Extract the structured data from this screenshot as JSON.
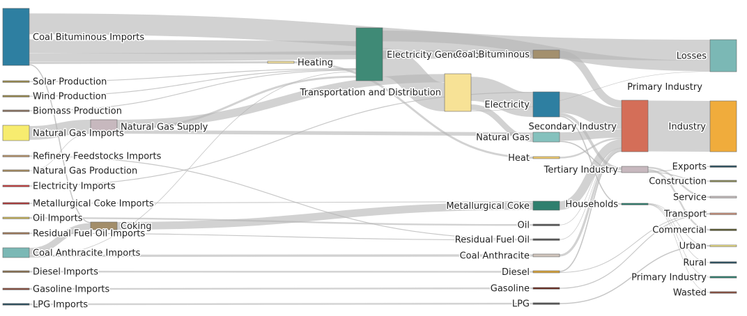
{
  "chart_data": {
    "type": "sankey",
    "title": "",
    "link_color": "#b4b4b4",
    "nodes": [
      {
        "id": "coal_bit_imp",
        "label": "Coal Bituminous Imports",
        "column": 0,
        "value": 95,
        "color": "#2e7fa1",
        "label_side": "right"
      },
      {
        "id": "solar",
        "label": "Solar Production",
        "column": 0,
        "value": 0.4,
        "color": "#9a8a4c",
        "label_side": "right"
      },
      {
        "id": "wind",
        "label": "Wind Production",
        "column": 0,
        "value": 0.4,
        "color": "#9a8a4c",
        "label_side": "right"
      },
      {
        "id": "biomass",
        "label": "Biomass Production",
        "column": 0,
        "value": 0.4,
        "color": "#8b7360",
        "label_side": "right"
      },
      {
        "id": "ng_imp",
        "label": "Natural Gas Imports",
        "column": 0,
        "value": 27,
        "color": "#f7ec6f",
        "label_side": "right"
      },
      {
        "id": "refinery",
        "label": "Refinery Feedstocks Imports",
        "column": 0,
        "value": 0.4,
        "color": "#b8946a",
        "label_side": "right"
      },
      {
        "id": "ng_prod",
        "label": "Natural Gas Production",
        "column": 0,
        "value": 0.4,
        "color": "#a88b5e",
        "label_side": "right"
      },
      {
        "id": "elec_imp",
        "label": "Electricity Imports",
        "column": 0,
        "value": 1.5,
        "color": "#c94040",
        "label_side": "right"
      },
      {
        "id": "metcoke_imp",
        "label": "Metallurgical Coke Imports",
        "column": 0,
        "value": 1.2,
        "color": "#b03a3a",
        "label_side": "right"
      },
      {
        "id": "oil_imp",
        "label": "Oil Imports",
        "column": 0,
        "value": 0.4,
        "color": "#c9b457",
        "label_side": "right"
      },
      {
        "id": "resid_imp",
        "label": "Residual Fuel Oil Imports",
        "column": 0,
        "value": 0.4,
        "color": "#a07a5a",
        "label_side": "right"
      },
      {
        "id": "coal_anth_imp",
        "label": "Coal Anthracite Imports",
        "column": 0,
        "value": 17,
        "color": "#7bb8b5",
        "label_side": "right"
      },
      {
        "id": "diesel_imp",
        "label": "Diesel Imports",
        "column": 0,
        "value": 2.5,
        "color": "#8a7050",
        "label_side": "right"
      },
      {
        "id": "gasoline_imp",
        "label": "Gasoline Imports",
        "column": 0,
        "value": 0.9,
        "color": "#8a4f3f",
        "label_side": "right"
      },
      {
        "id": "lpg_imp",
        "label": "LPG Imports",
        "column": 0,
        "value": 0.9,
        "color": "#2b5060",
        "label_side": "right"
      },
      {
        "id": "ng_supply",
        "label": "Natural Gas Supply",
        "column": 1,
        "value": 27,
        "color": "#c7b8be",
        "label_side": "right"
      },
      {
        "id": "coking",
        "label": "Coking",
        "column": 1,
        "value": 14,
        "color": "#a38e6a",
        "label_side": "right"
      },
      {
        "id": "heating",
        "label": "Heating",
        "column": 2,
        "value": 3,
        "color": "#f2e0a0",
        "label_side": "right"
      },
      {
        "id": "elec_gen",
        "label": "Electricity Generation",
        "column": 3,
        "value": 95,
        "color": "#3f8a76",
        "label_side": "right"
      },
      {
        "id": "td",
        "label": "Transportation and Distribution",
        "column": 4,
        "value": 68,
        "color": "#f7e296",
        "label_side": "left"
      },
      {
        "id": "coal_bit",
        "label": "Coal Bituminous",
        "column": 5,
        "value": 13,
        "color": "#a3906e",
        "label_side": "left"
      },
      {
        "id": "electricity",
        "label": "Electricity",
        "column": 5,
        "value": 46,
        "color": "#2e7fa1",
        "label_side": "left"
      },
      {
        "id": "natgas",
        "label": "Natural Gas",
        "column": 5,
        "value": 17,
        "color": "#85c1bd",
        "label_side": "left"
      },
      {
        "id": "heat",
        "label": "Heat",
        "column": 5,
        "value": 3,
        "color": "#f0cc70",
        "label_side": "left"
      },
      {
        "id": "metcoke",
        "label": "Metallurgical Coke",
        "column": 5,
        "value": 15,
        "color": "#2f7f6e",
        "label_side": "left"
      },
      {
        "id": "oil",
        "label": "Oil",
        "column": 5,
        "value": 0.4,
        "color": "#555555",
        "label_side": "left"
      },
      {
        "id": "resid",
        "label": "Residual Fuel Oil",
        "column": 5,
        "value": 0.4,
        "color": "#555555",
        "label_side": "left"
      },
      {
        "id": "coal_anth",
        "label": "Coal Anthracite",
        "column": 5,
        "value": 4,
        "color": "#d0c5bd",
        "label_side": "left"
      },
      {
        "id": "diesel",
        "label": "Diesel",
        "column": 5,
        "value": 3,
        "color": "#d6a23a",
        "label_side": "left"
      },
      {
        "id": "gasoline",
        "label": "Gasoline",
        "column": 5,
        "value": 1.5,
        "color": "#6a2a1f",
        "label_side": "left"
      },
      {
        "id": "lpg",
        "label": "LPG",
        "column": 5,
        "value": 1,
        "color": "#555555",
        "label_side": "left"
      },
      {
        "id": "secondary",
        "label": "Secondary Industry",
        "column": 6,
        "value": 73,
        "color": "#d46e58",
        "label_side": "above"
      },
      {
        "id": "primary_ind_top",
        "label": "Primary Industry",
        "column": 6,
        "value": 0,
        "color": "#ffffff",
        "label_side": "label-only"
      },
      {
        "id": "tertiary",
        "label": "Tertiary Industry",
        "column": 6,
        "value": 7,
        "color": "#c7b8be",
        "label_side": "left"
      },
      {
        "id": "households",
        "label": "Households",
        "column": 6,
        "value": 2,
        "color": "#2f7f6e",
        "label_side": "left"
      },
      {
        "id": "losses",
        "label": "Losses",
        "column": 7,
        "value": 68,
        "color": "#7bb8b5",
        "label_side": "left"
      },
      {
        "id": "industry",
        "label": "Industry",
        "column": 7,
        "value": 73,
        "color": "#f0ac3c",
        "label_side": "left"
      },
      {
        "id": "exports",
        "label": "Exports",
        "column": 7,
        "value": 0.6,
        "color": "#2b5060",
        "label_side": "left"
      },
      {
        "id": "construction",
        "label": "Construction",
        "column": 7,
        "value": 0.6,
        "color": "#8a8a5a",
        "label_side": "left"
      },
      {
        "id": "service",
        "label": "Service",
        "column": 7,
        "value": 2,
        "color": "#c9c0c0",
        "label_side": "left"
      },
      {
        "id": "transport",
        "label": "Transport",
        "column": 7,
        "value": 2,
        "color": "#c8907a",
        "label_side": "left"
      },
      {
        "id": "commercial",
        "label": "Commercial",
        "column": 7,
        "value": 1.6,
        "color": "#5a5a30",
        "label_side": "left"
      },
      {
        "id": "urban",
        "label": "Urban",
        "column": 7,
        "value": 1.6,
        "color": "#e8dc80",
        "label_side": "left"
      },
      {
        "id": "rural",
        "label": "Rural",
        "column": 7,
        "value": 0.6,
        "color": "#2b5060",
        "label_side": "left"
      },
      {
        "id": "primary_ind",
        "label": "Primary Industry",
        "column": 7,
        "value": 0.6,
        "color": "#2f7f6e",
        "label_side": "left"
      },
      {
        "id": "wasted",
        "label": "Wasted",
        "column": 7,
        "value": 0.6,
        "color": "#8a4f3f",
        "label_side": "left"
      }
    ],
    "links": [
      {
        "source": "coal_bit_imp",
        "target": "losses",
        "value": 45
      },
      {
        "source": "coal_bit_imp",
        "target": "elec_gen",
        "value": 20
      },
      {
        "source": "coal_bit_imp",
        "target": "coal_bit",
        "value": 13
      },
      {
        "source": "coal_bit_imp",
        "target": "heating",
        "value": 3
      },
      {
        "source": "coal_bit_imp",
        "target": "coking",
        "value": 2
      },
      {
        "source": "solar",
        "target": "elec_gen",
        "value": 0.4
      },
      {
        "source": "wind",
        "target": "elec_gen",
        "value": 0.4
      },
      {
        "source": "biomass",
        "target": "elec_gen",
        "value": 0.4
      },
      {
        "source": "ng_imp",
        "target": "ng_supply",
        "value": 27
      },
      {
        "source": "refinery",
        "target": "resid",
        "value": 0.4
      },
      {
        "source": "ng_prod",
        "target": "ng_supply",
        "value": 0.4
      },
      {
        "source": "elec_imp",
        "target": "electricity",
        "value": 1.5
      },
      {
        "source": "metcoke_imp",
        "target": "metcoke",
        "value": 1.2
      },
      {
        "source": "oil_imp",
        "target": "oil",
        "value": 0.4
      },
      {
        "source": "resid_imp",
        "target": "resid",
        "value": 0.4
      },
      {
        "source": "coal_anth_imp",
        "target": "coking",
        "value": 12
      },
      {
        "source": "coal_anth_imp",
        "target": "coal_anth",
        "value": 4
      },
      {
        "source": "coal_anth_imp",
        "target": "elec_gen",
        "value": 1
      },
      {
        "source": "diesel_imp",
        "target": "diesel",
        "value": 2.5
      },
      {
        "source": "gasoline_imp",
        "target": "gasoline",
        "value": 0.9
      },
      {
        "source": "lpg_imp",
        "target": "lpg",
        "value": 0.9
      },
      {
        "source": "ng_supply",
        "target": "td",
        "value": 16
      },
      {
        "source": "ng_supply",
        "target": "elec_gen",
        "value": 4
      },
      {
        "source": "ng_supply",
        "target": "natgas",
        "value": 7
      },
      {
        "source": "coking",
        "target": "metcoke",
        "value": 14
      },
      {
        "source": "heating",
        "target": "heat",
        "value": 3
      },
      {
        "source": "elec_gen",
        "target": "losses",
        "value": 23
      },
      {
        "source": "elec_gen",
        "target": "td",
        "value": 52
      },
      {
        "source": "td",
        "target": "electricity",
        "value": 44
      },
      {
        "source": "td",
        "target": "natgas",
        "value": 10
      },
      {
        "source": "td",
        "target": "losses",
        "value": 1
      },
      {
        "source": "coal_bit",
        "target": "secondary",
        "value": 13
      },
      {
        "source": "electricity",
        "target": "secondary",
        "value": 38
      },
      {
        "source": "electricity",
        "target": "tertiary",
        "value": 5
      },
      {
        "source": "electricity",
        "target": "households",
        "value": 2
      },
      {
        "source": "natgas",
        "target": "secondary",
        "value": 15
      },
      {
        "source": "natgas",
        "target": "tertiary",
        "value": 2
      },
      {
        "source": "heat",
        "target": "secondary",
        "value": 3
      },
      {
        "source": "metcoke",
        "target": "secondary",
        "value": 15
      },
      {
        "source": "oil",
        "target": "secondary",
        "value": 0.4
      },
      {
        "source": "resid",
        "target": "secondary",
        "value": 0.4
      },
      {
        "source": "coal_anth",
        "target": "secondary",
        "value": 4
      },
      {
        "source": "diesel",
        "target": "secondary",
        "value": 2
      },
      {
        "source": "diesel",
        "target": "transport",
        "value": 1
      },
      {
        "source": "gasoline",
        "target": "transport",
        "value": 1
      },
      {
        "source": "lpg",
        "target": "urban",
        "value": 1
      },
      {
        "source": "secondary",
        "target": "industry",
        "value": 73
      },
      {
        "source": "tertiary",
        "target": "service",
        "value": 2
      },
      {
        "source": "tertiary",
        "target": "commercial",
        "value": 1.6
      },
      {
        "source": "tertiary",
        "target": "exports",
        "value": 0.6
      },
      {
        "source": "tertiary",
        "target": "construction",
        "value": 0.6
      },
      {
        "source": "households",
        "target": "urban",
        "value": 0.6
      },
      {
        "source": "households",
        "target": "rural",
        "value": 0.6
      },
      {
        "source": "households",
        "target": "primary_ind",
        "value": 0.6
      },
      {
        "source": "households",
        "target": "wasted",
        "value": 0.6
      }
    ]
  }
}
